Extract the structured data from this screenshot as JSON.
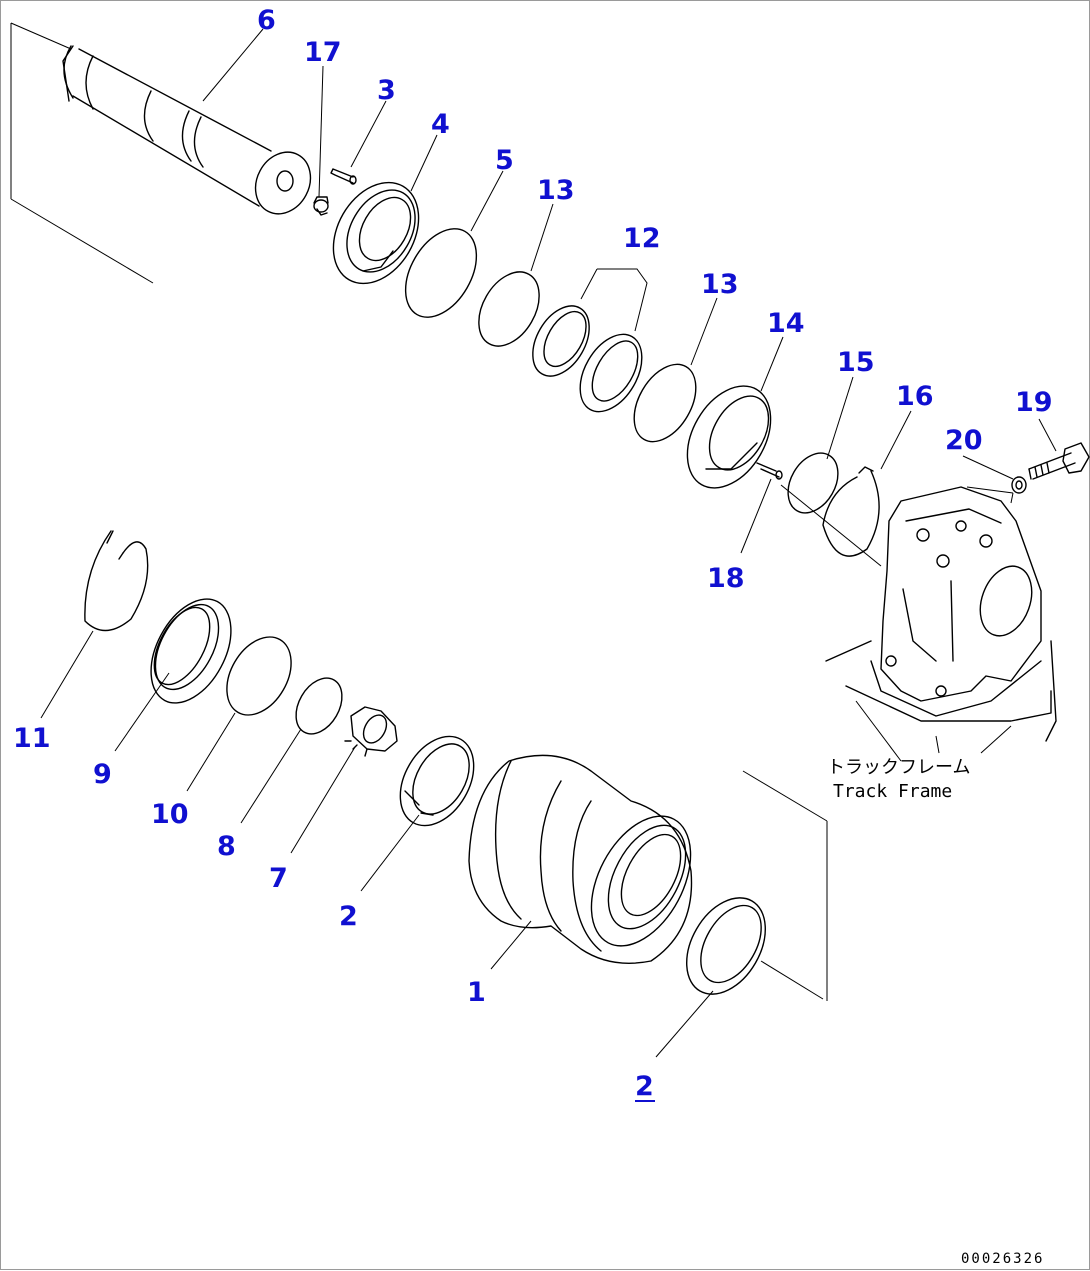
{
  "callouts": {
    "c1": "1",
    "c2a": "2",
    "c2b": "2",
    "c3": "3",
    "c4": "4",
    "c5": "5",
    "c6": "6",
    "c7": "7",
    "c8": "8",
    "c9": "9",
    "c10": "10",
    "c11": "11",
    "c12": "12",
    "c13a": "13",
    "c13b": "13",
    "c14": "14",
    "c15": "15",
    "c16": "16",
    "c17": "17",
    "c18": "18",
    "c19": "19",
    "c20": "20"
  },
  "labels": {
    "track_frame_jp": "トラックフレーム",
    "track_frame_en": "Track Frame"
  },
  "reference_number": "00026326",
  "colors": {
    "callout": "#1010d0",
    "line": "#000000"
  }
}
